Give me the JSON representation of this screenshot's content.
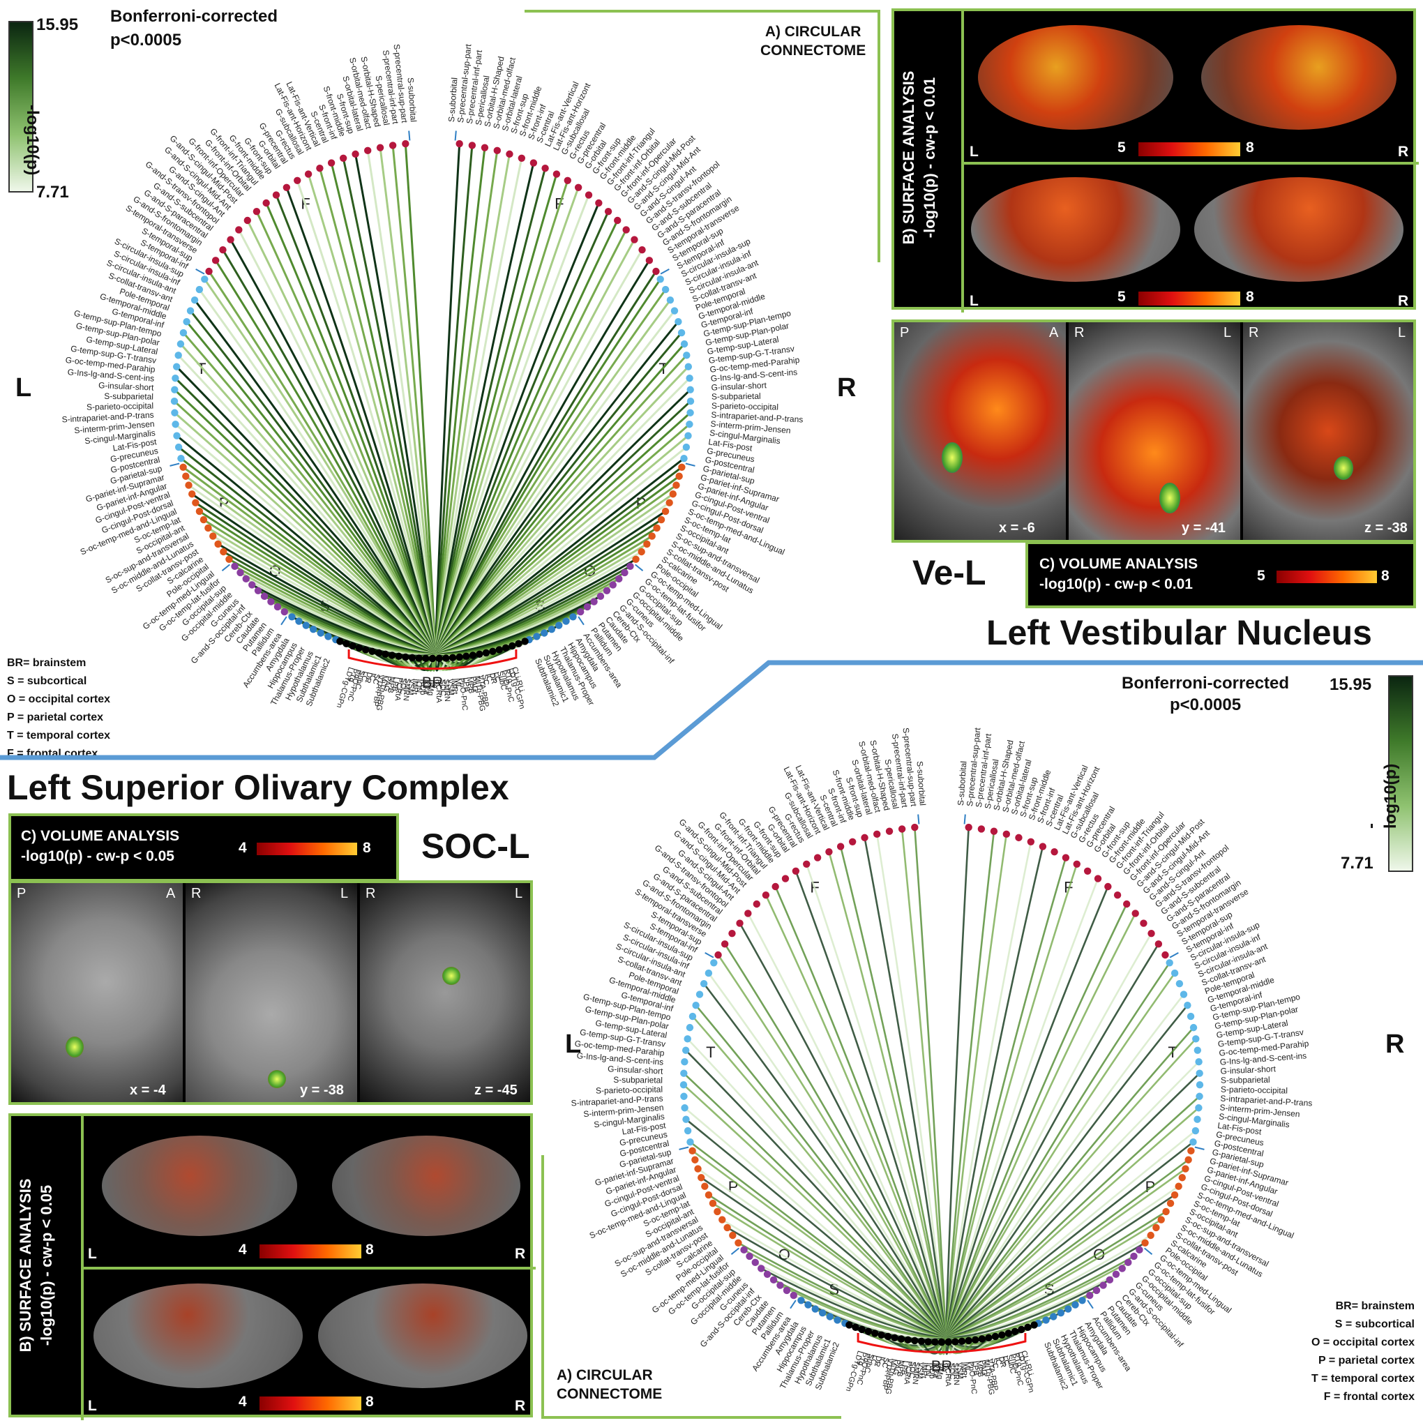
{
  "left_colorbar": {
    "max": "15.95",
    "min": "7.71",
    "label": "-log10(p)"
  },
  "right_colorbar": {
    "max": "15.95",
    "min": "7.71",
    "label": "-log10(p)"
  },
  "bonferroni_top": {
    "line1": "Bonferroni-corrected",
    "line2": "p<0.0005"
  },
  "bonferroni_bottom": {
    "line1": "Bonferroni-corrected",
    "line2": "p<0.0005"
  },
  "circ_title_top": {
    "line1": "A) CIRCULAR",
    "line2": "CONNECTOME"
  },
  "circ_title_bottom": {
    "line1": "A) CIRCULAR",
    "line2": "CONNECTOME"
  },
  "sides": {
    "left": "L",
    "right": "R"
  },
  "lobes": {
    "frontal": "F",
    "temporal": "T",
    "parietal": "P",
    "occipital": "O",
    "subcortical": "S",
    "brainstem": "BR"
  },
  "legend": [
    "BR= brainstem",
    "S = subcortical",
    "O = occipital cortex",
    "P = parietal cortex",
    "T = temporal cortex",
    "F = frontal cortex"
  ],
  "ve": {
    "surface_label1": "B) SURFACE ANALYSIS",
    "surface_label2": "-log10(p) - cw-p < 0.01",
    "scale_min": "5",
    "scale_max": "8",
    "hemi_left": "L",
    "hemi_right": "R",
    "volume_label1": "C) VOLUME ANALYSIS",
    "volume_label2": "-log10(p) - cw-p < 0.01",
    "coords": [
      "x = -6",
      "y = -41",
      "z = -38"
    ],
    "orients": [
      [
        "P",
        "A"
      ],
      [
        "R",
        "L"
      ],
      [
        "R",
        "L"
      ]
    ],
    "abbrev": "Ve-L",
    "title": "Left Vestibular Nucleus"
  },
  "soc": {
    "title": "Left Superior Olivary Complex",
    "abbrev": "SOC-L",
    "volume_label1": "C) VOLUME ANALYSIS",
    "volume_label2": "-log10(p) - cw-p < 0.05",
    "scale_min": "4",
    "scale_max": "8",
    "coords": [
      "x = -4",
      "y = -38",
      "z = -45"
    ],
    "orients": [
      [
        "P",
        "A"
      ],
      [
        "R",
        "L"
      ],
      [
        "R",
        "L"
      ]
    ],
    "surface_label1": "B) SURFACE ANALYSIS",
    "surface_label2": "-log10(p) - cw-p < 0.05",
    "hemi_left": "L",
    "hemi_right": "R"
  },
  "colors": {
    "frontal": "#b5173d",
    "temporal": "#5db7e8",
    "parietal": "#e0571c",
    "occipital": "#8a3ea0",
    "subcortical": "#2f7fc4",
    "brainstem": "#000000",
    "accent_green": "#8cc152",
    "divider_blue": "#5b9bd5",
    "bracket_red": "#ee1111"
  },
  "region_labels_left": [
    "S-suborbital",
    "S-precentral-sup-part",
    "S-precentral-inf-part",
    "S-pericallosal",
    "S-orbital-H-Shaped",
    "S-orbital-med-olfact",
    "S-orbital-lateral",
    "S-front-sup",
    "S-front-middle",
    "S-front-inf",
    "S-central",
    "Lat-Fis-ant-Vertical",
    "Lat-Fis-ant-Horizont",
    "G-subcallosal",
    "G-rectus",
    "G-precentral",
    "G-orbital",
    "G-front-sup",
    "G-front-middle",
    "G-front-inf-Triangul",
    "G-front-inf-Orbital",
    "G-front-inf-Opercular",
    "G-and-S-cingul-Mid-Post",
    "G-and-S-cingul-Mid-Ant",
    "G-and-S-cingul-Ant",
    "G-and-S-transv-frontopol",
    "G-and-S-subcentral",
    "G-and-S-paracentral",
    "G-and-S-frontomargin",
    "S-temporal-transverse",
    "S-temporal-sup",
    "S-temporal-inf",
    "S-circular-insula-sup",
    "S-circular-insula-inf",
    "S-circular-insula-ant",
    "S-collat-transv-ant",
    "Pole-temporal",
    "G-temporal-middle",
    "G-temporal-inf",
    "G-temp-sup-Plan-tempo",
    "G-temp-sup-Plan-polar",
    "G-temp-sup-Lateral",
    "G-temp-sup-G-T-transv",
    "G-oc-temp-med-Parahip",
    "G-Ins-lg-and-S-cent-ins",
    "G-insular-short",
    "S-subparietal",
    "S-parieto-occipital",
    "S-intrapariet-and-P-trans",
    "S-interm-prim-Jensen",
    "S-cingul-Marginalis",
    "Lat-Fis-post",
    "G-precuneus",
    "G-postcentral",
    "G-parietal-sup",
    "G-pariet-inf-Supramar",
    "G-pariet-inf-Angular",
    "G-cingul-Post-ventral",
    "G-cingul-Post-dorsal",
    "S-oc-temp-med-and-Lingual",
    "S-oc-temp-lat",
    "S-occipital-ant",
    "S-oc-sup-and-transversal",
    "S-oc-middle-and-Lunatus",
    "S-collat-transv-post",
    "S-calcarine",
    "Pole-occipital",
    "G-oc-temp-med-Lingual",
    "G-oc-temp-lat-fusifor",
    "G-occipital-sup",
    "G-occipital-middle",
    "G-cuneus",
    "G-and-S-occipital-inf",
    "Cereb-Ctx",
    "Caudate",
    "Putamen",
    "Pallidum",
    "Accumbens-area",
    "Amygdala",
    "Hippocampus",
    "Thalamus-Proper",
    "Hypothalamus",
    "Subthalamic1",
    "Subthalamic2"
  ],
  "region_labels_right": [
    "S-suborbital",
    "S-precentral-sup-part",
    "S-precentral-inf-part",
    "S-pericallosal",
    "S-orbital-H-Shaped",
    "S-orbital-med-olfact",
    "S-orbital-lateral",
    "S-front-sup",
    "S-front-middle",
    "S-front-inf",
    "S-central",
    "Lat-Fis-ant-Vertical",
    "Lat-Fis-ant-Horizont",
    "G-subcallosal",
    "G-rectus",
    "G-precentral",
    "G-orbital",
    "G-front-sup",
    "G-front-middle",
    "G-front-inf-Triangul",
    "G-front-inf-Orbital",
    "G-front-inf-Opercular",
    "G-and-S-cingul-Mid-Post",
    "G-and-S-cingul-Mid-Ant",
    "G-and-S-cingul-Ant",
    "G-and-S-transv-frontopol",
    "G-and-S-subcentral",
    "G-and-S-paracentral",
    "G-and-S-frontomargin",
    "S-temporal-transverse",
    "S-temporal-sup",
    "S-temporal-inf",
    "S-circular-insula-sup",
    "S-circular-insula-inf",
    "S-circular-insula-ant",
    "S-collat-transv-ant",
    "Pole-temporal",
    "G-temporal-middle",
    "G-temporal-inf",
    "G-temp-sup-Plan-tempo",
    "G-temp-sup-Plan-polar",
    "G-temp-sup-Lateral",
    "G-temp-sup-G-T-transv",
    "G-oc-temp-med-Parahip",
    "G-Ins-lg-and-S-cent-ins",
    "G-insular-short",
    "S-subparietal",
    "S-parieto-occipital",
    "S-intrapariet-and-P-trans",
    "S-interm-prim-Jensen",
    "S-cingul-Marginalis",
    "Lat-Fis-post",
    "G-precuneus",
    "G-postcentral",
    "G-parietal-sup",
    "G-pariet-inf-Supramar",
    "G-pariet-inf-Angular",
    "G-cingul-Post-ventral",
    "G-cingul-Post-dorsal",
    "S-oc-temp-med-and-Lingual",
    "S-oc-temp-lat",
    "S-occipital-ant",
    "S-oc-sup-and-transversal",
    "S-oc-middle-and-Lunatus",
    "S-collat-transv-post",
    "S-calcarine",
    "Pole-occipital",
    "G-oc-temp-med-Lingual",
    "G-oc-temp-lat-fusifor",
    "G-occipital-sup",
    "G-occipital-middle",
    "G-cuneus",
    "G-and-S-occipital-inf",
    "Cereb-Ctx",
    "Caudate",
    "Putamen",
    "Pallidum",
    "Accumbens-area",
    "Amygdala",
    "Hippocampus",
    "Thalamus-Proper",
    "Hypothalamus",
    "Subthalamic1",
    "Subthalamic2"
  ],
  "brainstem_labels_left": [
    "LDTg-CGPn",
    "PTg",
    "PnO-PnC",
    "SubC",
    "LC",
    "DR",
    "IC",
    "SC"
  ],
  "brainstem_labels_mid": [
    "VTA-PBP",
    "MiTg-PBG",
    "PAG",
    "MPB",
    "LPB",
    "PCRtA",
    "SOC",
    "SMRN",
    "VSM",
    "iMRt",
    "ION",
    "ROb",
    "RPa",
    "RMg",
    "Ve",
    "PCRtA",
    "SOC",
    "SMRN",
    "VSM",
    "iMRt",
    "ML",
    "PnO-PnC",
    "LPB",
    "MPB",
    "PAG",
    "MiTg-PBG",
    "VTA-PBP"
  ],
  "brainstem_labels_right": [
    "SC",
    "IC",
    "DR",
    "LC",
    "SubC",
    "PnO-PnC",
    "PTg",
    "LDTg-CGPn",
    "CLi-RLi"
  ]
}
